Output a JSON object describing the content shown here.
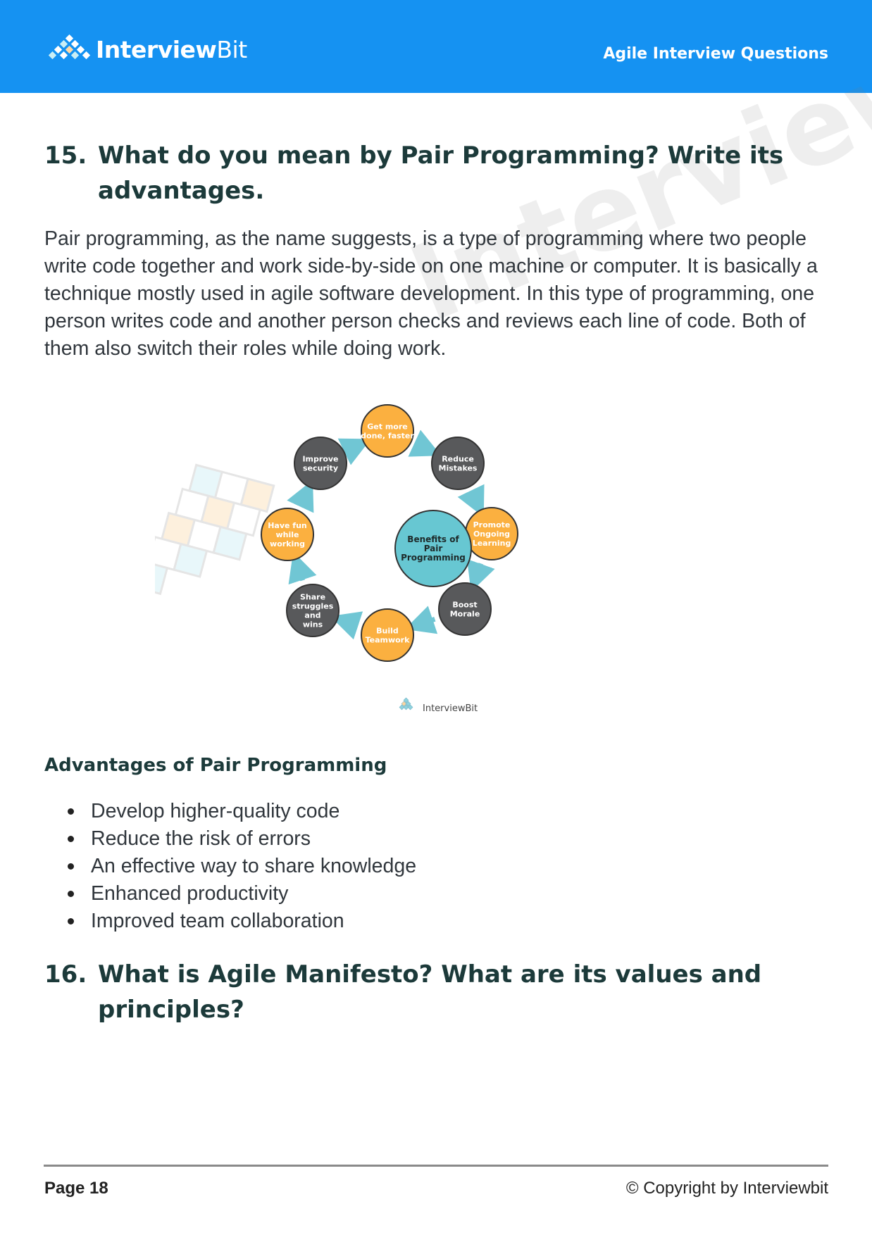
{
  "header": {
    "logo_text_bold": "Interview",
    "logo_text_light": "Bit",
    "title": "Agile Interview Questions"
  },
  "q15": {
    "number": "15.",
    "title": "What do you mean by Pair Programming? Write its advantages.",
    "paragraph": "Pair programming, as the name suggests, is a type of programming where two people write code together and work side-by-side on one machine or computer. It is basically a technique mostly used in agile software development. In this type of programming, one person writes code and another person checks and reviews each line of code. Both of them also switch their roles while doing work."
  },
  "watermark": "InterviewBit",
  "diagram": {
    "center": [
      "Benefits of",
      "Pair",
      "Programming"
    ],
    "nodes": [
      {
        "lines": [
          "Get more",
          "done, faster"
        ],
        "color": "orange"
      },
      {
        "lines": [
          "Reduce",
          "Mistakes"
        ],
        "color": "dark"
      },
      {
        "lines": [
          "Promote",
          "Ongoing",
          "Learning"
        ],
        "color": "orange"
      },
      {
        "lines": [
          "Boost",
          "Morale"
        ],
        "color": "dark"
      },
      {
        "lines": [
          "Build",
          "Teamwork"
        ],
        "color": "orange"
      },
      {
        "lines": [
          "Share",
          "struggles",
          "and",
          "wins"
        ],
        "color": "dark"
      },
      {
        "lines": [
          "Have fun",
          "while",
          "working"
        ],
        "color": "orange"
      },
      {
        "lines": [
          "Improve",
          "security"
        ],
        "color": "dark"
      }
    ],
    "brand": "InterviewBit",
    "colors": {
      "orange": "#fbb040",
      "dark": "#58595b",
      "center": "#67c7d2",
      "arrow": "#70c6d4"
    }
  },
  "advantages": {
    "title": "Advantages of Pair Programming",
    "items": [
      " Develop higher-quality code",
      "Reduce the risk of errors",
      "An effective way to share knowledge",
      "Enhanced productivity",
      "Improved team collaboration"
    ]
  },
  "q16": {
    "number": "16.",
    "title": "What is Agile Manifesto? What are its values and principles?"
  },
  "footer": {
    "page": "Page 18",
    "copyright": "© Copyright by Interviewbit"
  }
}
